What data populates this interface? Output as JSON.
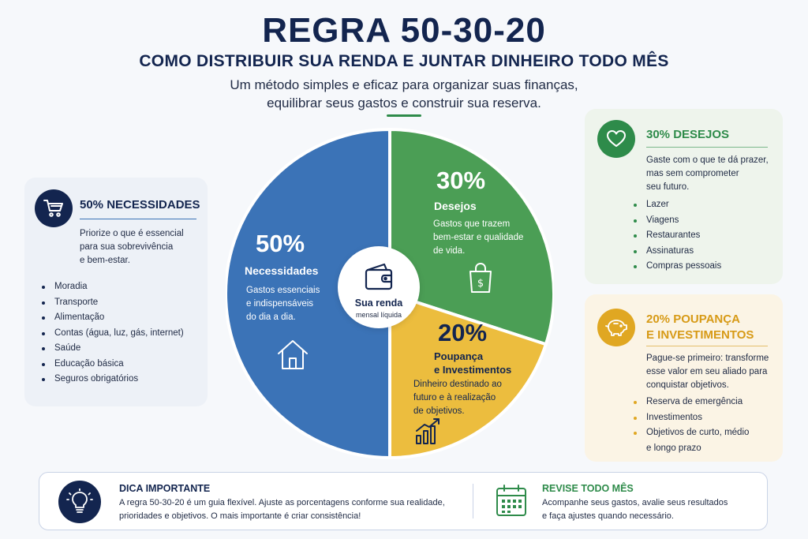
{
  "header": {
    "title": "REGRA 50-30-20",
    "subtitle": "COMO DISTRIBUIR SUA RENDA E JUNTAR DINHEIRO TODO MÊS",
    "intro_line1": "Um método simples e eficaz para organizar suas finanças,",
    "intro_line2": "equilibrar seus gastos e construir sua reserva."
  },
  "colors": {
    "necessidades": "#3b73b7",
    "desejos": "#4b9e55",
    "poupanca": "#ecbd3e",
    "navy": "#13254f"
  },
  "chart_data": {
    "type": "pie",
    "slices": [
      {
        "name": "Necessidades",
        "value": 50
      },
      {
        "name": "Desejos",
        "value": 30
      },
      {
        "name": "Poupança e Investimentos",
        "value": 20
      }
    ]
  },
  "pie": {
    "necessidades": {
      "pct": "50%",
      "label": "Necessidades",
      "desc": [
        "Gastos essenciais",
        "e indispensáveis",
        "do dia a dia."
      ],
      "icon": "house-icon"
    },
    "desejos": {
      "pct": "30%",
      "label": "Desejos",
      "desc": [
        "Gastos que trazem",
        "bem-estar e qualidade",
        "de vida."
      ],
      "icon": "shopping-bag-icon"
    },
    "poupanca": {
      "pct": "20%",
      "label1": "Poupança",
      "label2": "e Investimentos",
      "desc": [
        "Dinheiro destinado ao",
        "futuro e à realização",
        "de objetivos."
      ],
      "icon": "growth-chart-icon"
    },
    "center": {
      "title": "Sua renda",
      "subtitle": "mensal líquida",
      "icon": "wallet-icon"
    }
  },
  "cards": {
    "necessidades": {
      "title": "50% NECESSIDADES",
      "desc": [
        "Priorize o que é essencial",
        "para sua sobrevivência",
        "e bem-estar."
      ],
      "items": [
        "Moradia",
        "Transporte",
        "Alimentação",
        "Contas (água, luz, gás, internet)",
        "Saúde",
        "Educação básica",
        "Seguros obrigatórios"
      ],
      "icon": "shopping-cart-icon"
    },
    "desejos": {
      "title": "30% DESEJOS",
      "desc": [
        "Gaste com o que te dá prazer,",
        "mas sem comprometer",
        "seu futuro."
      ],
      "items": [
        "Lazer",
        "Viagens",
        "Restaurantes",
        "Assinaturas",
        "Compras pessoais"
      ],
      "icon": "heart-icon"
    },
    "poupanca": {
      "title1": "20% POUPANÇA",
      "title2": "E INVESTIMENTOS",
      "desc": [
        "Pague-se primeiro: transforme",
        "esse valor em seu aliado para",
        "conquistar objetivos."
      ],
      "items": [
        "Reserva de emergência",
        "Investimentos",
        "Objetivos de curto, médio",
        "e longo prazo"
      ],
      "icon": "piggy-bank-icon"
    }
  },
  "bottom": {
    "tip": {
      "title": "DICA IMPORTANTE",
      "line1": "A regra 50-30-20 é um guia flexível. Ajuste as porcentagens conforme sua realidade,",
      "line2": "prioridades e objetivos. O mais importante é criar consistência!",
      "icon": "lightbulb-icon"
    },
    "review": {
      "title": "REVISE TODO MÊS",
      "line1": "Acompanhe seus gastos, avalie seus resultados",
      "line2": "e faça ajustes quando necessário.",
      "icon": "calendar-icon"
    }
  }
}
